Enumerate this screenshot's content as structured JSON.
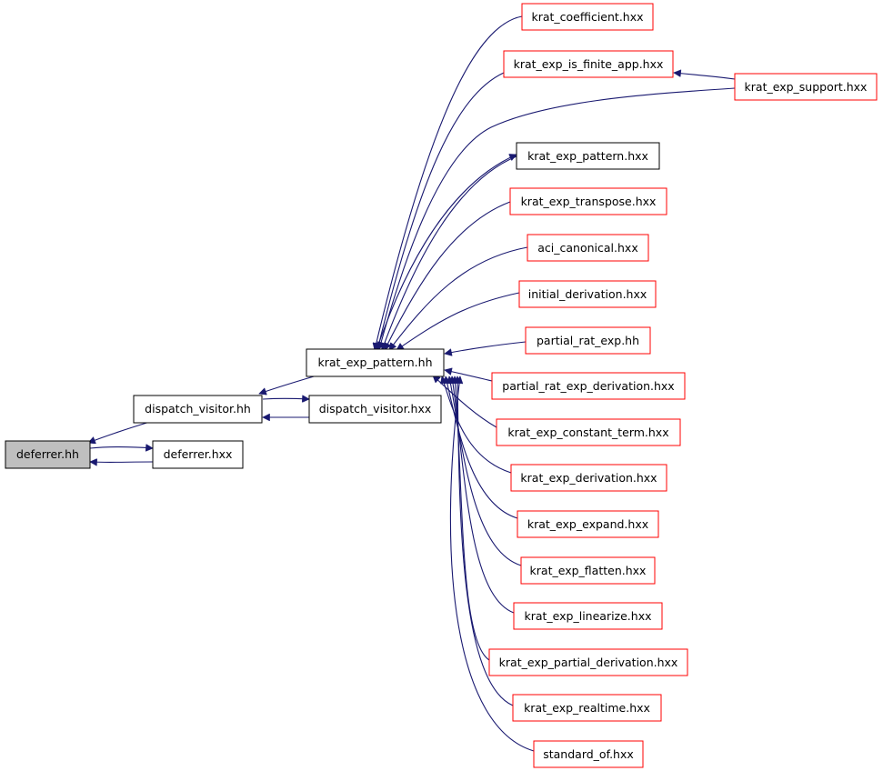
{
  "colors": {
    "edge": "#191970",
    "focus_fill": "#bfbfbf",
    "focus_border": "#000000",
    "node_fill": "#ffffff",
    "documented_border": "#000000",
    "truncated_border": "#ff0000"
  },
  "graph": {
    "nodes": {
      "deferrer_hh": "deferrer.hh",
      "deferrer_hxx": "deferrer.hxx",
      "dispatch_visitor_hh": "dispatch_visitor.hh",
      "dispatch_visitor_hxx": "dispatch_visitor.hxx",
      "krat_exp_pattern_hh": "krat_exp_pattern.hh",
      "krat_coefficient_hxx": "krat_coefficient.hxx",
      "krat_exp_is_finite_app_hxx": "krat_exp_is_finite_app.hxx",
      "krat_exp_support_hxx": "krat_exp_support.hxx",
      "krat_exp_pattern_hxx": "krat_exp_pattern.hxx",
      "krat_exp_transpose_hxx": "krat_exp_transpose.hxx",
      "aci_canonical_hxx": "aci_canonical.hxx",
      "initial_derivation_hxx": "initial_derivation.hxx",
      "partial_rat_exp_hh": "partial_rat_exp.hh",
      "partial_rat_exp_derivation_hxx": "partial_rat_exp_derivation.hxx",
      "krat_exp_constant_term_hxx": "krat_exp_constant_term.hxx",
      "krat_exp_derivation_hxx": "krat_exp_derivation.hxx",
      "krat_exp_expand_hxx": "krat_exp_expand.hxx",
      "krat_exp_flatten_hxx": "krat_exp_flatten.hxx",
      "krat_exp_linearize_hxx": "krat_exp_linearize.hxx",
      "krat_exp_partial_derivation_hxx": "krat_exp_partial_derivation.hxx",
      "krat_exp_realtime_hxx": "krat_exp_realtime.hxx",
      "standard_of_hxx": "standard_of.hxx"
    }
  }
}
